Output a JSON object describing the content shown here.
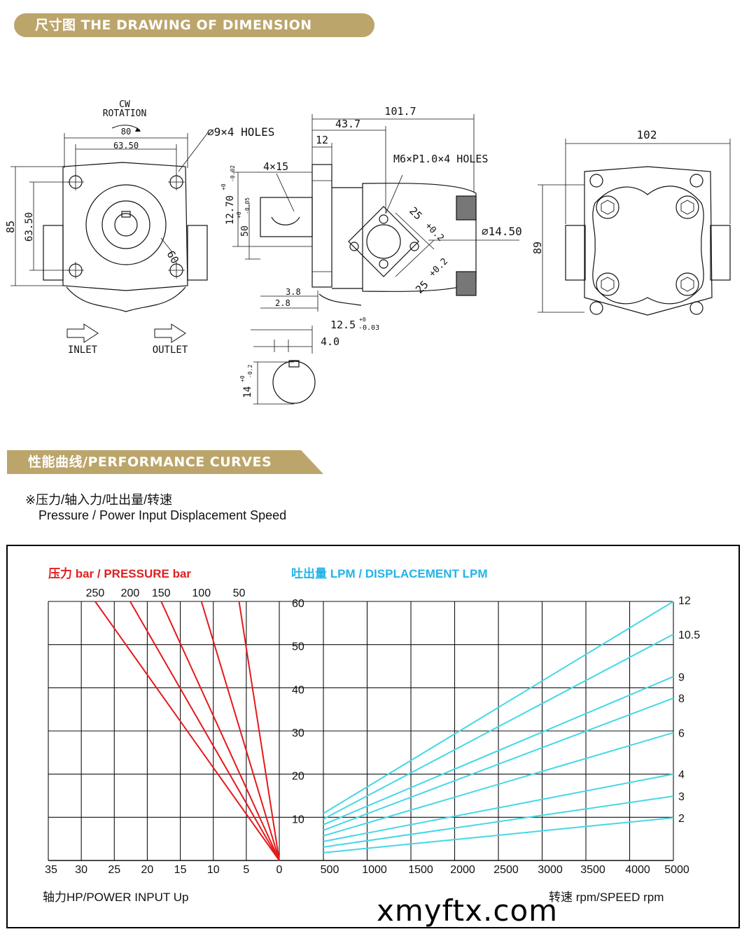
{
  "banners": {
    "dimension": "尺寸图  THE DRAWING OF DIMENSION",
    "performance": "性能曲线/PERFORMANCE CURVES"
  },
  "drawing": {
    "rotation_line1": "CW",
    "rotation_line2": "ROTATION",
    "dim_80": "80",
    "dim_63_50": "63.50",
    "holes_note": "⌀9×4 HOLES",
    "dim_85": "85",
    "dim_63_50_v": "63.50",
    "dim_60": "60",
    "inlet": "INLET",
    "outlet": "OUTLET",
    "dim_101_7": "101.7",
    "dim_43_7": "43.7",
    "dim_12": "12",
    "key_4x15": "4×15",
    "tapped_holes": "M6×P1.0×4 HOLES",
    "dim_12_70": "12.70",
    "dim_12_70_tol_up": "+0",
    "dim_12_70_tol_lo": "-0.02",
    "dim_50": "50",
    "dim_50_tol_up": "+0",
    "dim_50_tol_lo": "-0.05",
    "dim_25a": "25",
    "dim_25a_tol": "+0.2",
    "dim_25b": "25",
    "dim_25b_tol": "+0.2",
    "dim_14_50": "⌀14.50",
    "dim_3_8": "3.8",
    "dim_2_8": "2.8",
    "dim_12_5": "12.5",
    "dim_12_5_tol_up": "+0",
    "dim_12_5_tol_lo": "-0.03",
    "dim_4_0": "4.0",
    "dim_14": "14",
    "dim_14_tol_up": "+0",
    "dim_14_tol_lo": "-0.2",
    "dim_102": "102",
    "dim_89": "89"
  },
  "caption": {
    "line1": "※压力/轴入力/吐出量/转速",
    "line2": "Pressure / Power Input Displacement Speed"
  },
  "watermark": "xmyftx.com",
  "chart_data": {
    "type": "line",
    "pressure_title": "压力 bar / PRESSURE bar",
    "displacement_title": "吐出量 LPM / DISPLACEMENT LPM",
    "x_left_label": "轴力HP/POWER INPUT  Up",
    "x_right_label": "转速 rpm/SPEED rpm",
    "left_x_ticks": [
      "35",
      "30",
      "25",
      "20",
      "15",
      "10",
      "5",
      "0"
    ],
    "right_x_ticks": [
      "500",
      "1000",
      "1500",
      "2000",
      "2500",
      "3000",
      "3500",
      "4000",
      "5000"
    ],
    "y_ticks": [
      "10",
      "20",
      "30",
      "40",
      "50",
      "60"
    ],
    "pressure_series": [
      {
        "name": "250",
        "top_power_hp": 27.9
      },
      {
        "name": "200",
        "top_power_hp": 22.6
      },
      {
        "name": "150",
        "top_power_hp": 17.9
      },
      {
        "name": "100",
        "top_power_hp": 11.8
      },
      {
        "name": "50",
        "top_power_hp": 6.1
      }
    ],
    "displacement_series": [
      {
        "name": "12",
        "flow_at_500": 10.9,
        "flow_at_5000": 60.0
      },
      {
        "name": "10.5",
        "flow_at_500": 9.6,
        "flow_at_5000": 52.4
      },
      {
        "name": "9",
        "flow_at_500": 8.3,
        "flow_at_5000": 42.6
      },
      {
        "name": "8",
        "flow_at_500": 7.0,
        "flow_at_5000": 37.6
      },
      {
        "name": "6",
        "flow_at_500": 5.7,
        "flow_at_5000": 29.6
      },
      {
        "name": "4",
        "flow_at_500": 4.4,
        "flow_at_5000": 20.0
      },
      {
        "name": "3",
        "flow_at_500": 3.1,
        "flow_at_5000": 14.9
      },
      {
        "name": "2",
        "flow_at_500": 1.8,
        "flow_at_5000": 9.9
      }
    ],
    "xlim_left": [
      35,
      0
    ],
    "xlim_right": [
      500,
      5000
    ],
    "ylim": [
      0,
      60
    ],
    "grid": true,
    "colors": {
      "pressure": "#e5191c",
      "displacement": "#44d8e6",
      "pressure_title": "#e02020",
      "displacement_title": "#22b4e6"
    }
  }
}
